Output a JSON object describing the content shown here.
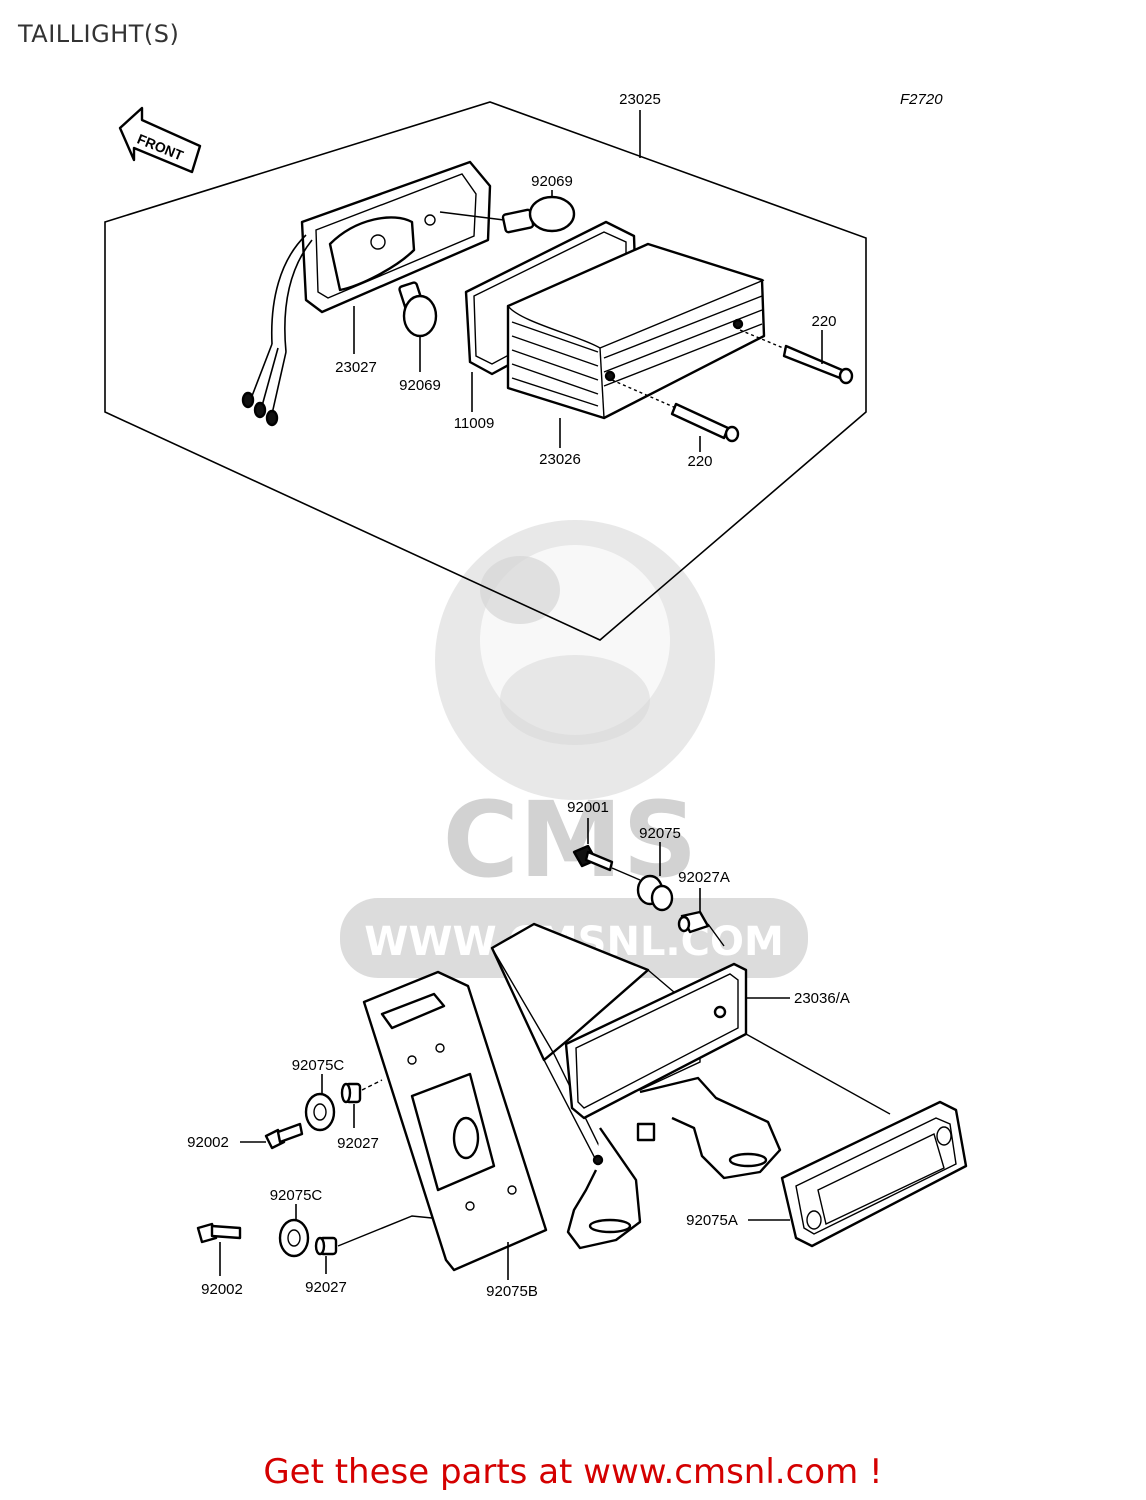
{
  "page": {
    "title": "TAILLIGHT(S)",
    "figure_code": "F2720",
    "footer": "Get these parts at www.cmsnl.com !",
    "front_arrow_label": "FRONT"
  },
  "watermark": {
    "brand": "CMS",
    "url": "WWW.CMSNL.COM"
  },
  "callouts": {
    "c23025": "23025",
    "c92069_top": "92069",
    "c220_right": "220",
    "c23027": "23027",
    "c92069_bottom": "92069",
    "c11009": "11009",
    "c23026": "23026",
    "c220_bottom": "220",
    "c92001": "92001",
    "c92075": "92075",
    "c92027A": "92027A",
    "c23036A": "23036/A",
    "c92075C_upper": "92075C",
    "c92002_upper": "92002",
    "c92027_upper": "92027",
    "c92075C_lower": "92075C",
    "c92002_lower": "92002",
    "c92027_lower": "92027",
    "c92075B": "92075B",
    "c92075A": "92075A"
  },
  "colors": {
    "footer_text": "#d40000",
    "watermark": "#d6d6d6",
    "line_art": "#000000"
  }
}
